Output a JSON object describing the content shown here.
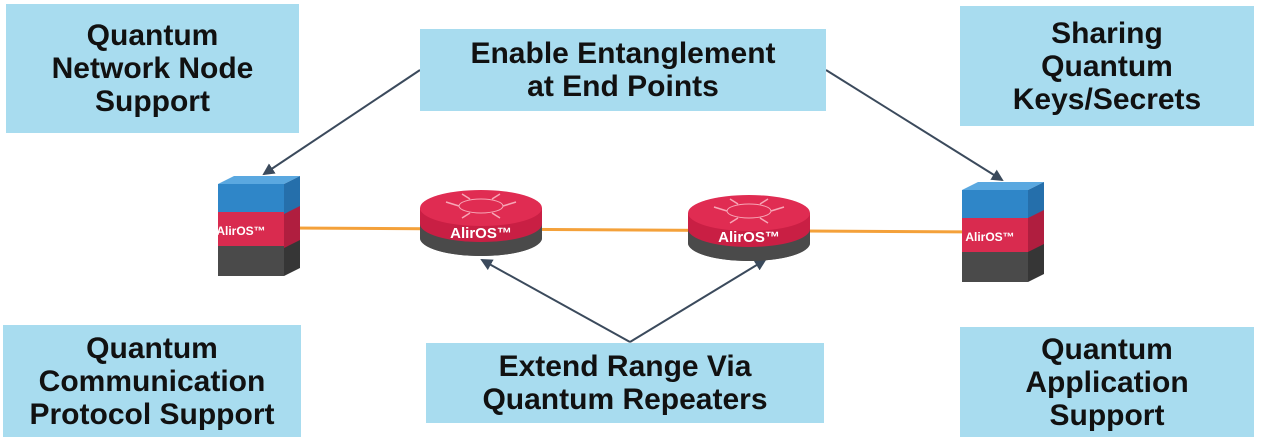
{
  "boxes": {
    "network_node": [
      "Quantum",
      "Network Node",
      "Support"
    ],
    "entanglement": [
      "Enable Entanglement",
      "at End Points"
    ],
    "sharing_keys": [
      "Sharing",
      "Quantum",
      "Keys/Secrets"
    ],
    "comm_protocol": [
      "Quantum",
      "Communication",
      "Protocol Support"
    ],
    "repeaters": [
      "Extend Range Via",
      "Quantum Repeaters"
    ],
    "application": [
      "Quantum",
      "Application",
      "Support"
    ]
  },
  "devices": {
    "left_server_label": "AlirOS™",
    "repeater_left_label": "AlirOS™",
    "repeater_right_label": "AlirOS™",
    "right_server_label": "AlirOS™"
  },
  "colors": {
    "box_fill": "#a8dcef",
    "server_top": "#2f86c8",
    "server_mid": "#d92b4f",
    "server_base": "#4a4a4a",
    "link_line": "#f4a13a",
    "arrow": "#3b4a5c"
  }
}
